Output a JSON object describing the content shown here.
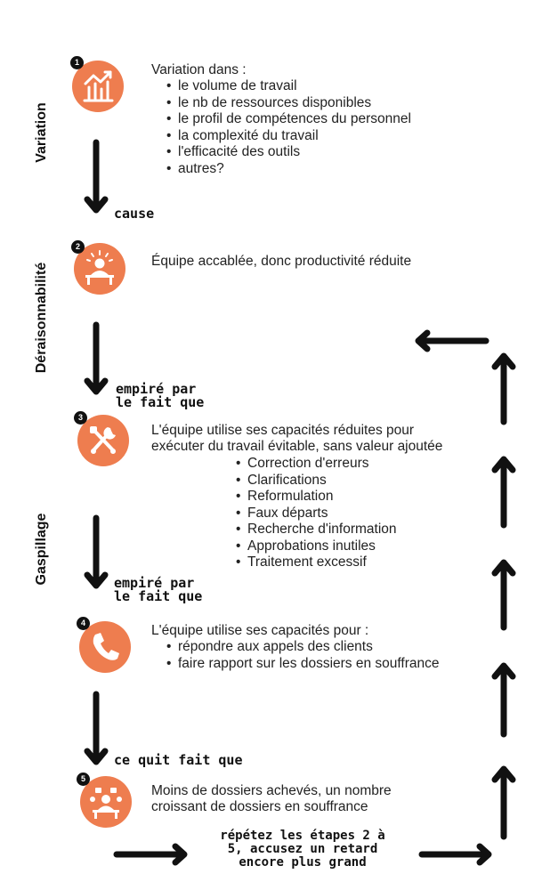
{
  "sections": {
    "variation": "Variation",
    "deraisonnabilite": "Déraisonnabilité",
    "gaspillage": "Gaspillage"
  },
  "steps": [
    {
      "number": "1",
      "icon": "bar-chart-trend-icon",
      "intro": "Variation dans :",
      "bullets": [
        "le volume de travail",
        "le nb de ressources disponibles",
        "le profil de compétences du personnel",
        "la complexité du travail",
        "l'efficacité des outils",
        "autres?"
      ]
    },
    {
      "number": "2",
      "icon": "overwhelmed-worker-icon",
      "intro": "Équipe accablée, donc productivité réduite"
    },
    {
      "number": "3",
      "icon": "tools-icon",
      "intro_line1": "L'équipe utilise ses capacités réduites pour",
      "intro_line2": "exécuter du travail évitable, sans valeur ajoutée",
      "bullets": [
        "Correction d'erreurs",
        "Clarifications",
        "Reformulation",
        "Faux départs",
        "Recherche d'information",
        "Approbations inutiles",
        "Traitement excessif"
      ]
    },
    {
      "number": "4",
      "icon": "phone-icon",
      "intro": "L'équipe utilise ses capacités pour :",
      "bullets": [
        "répondre aux appels des clients",
        "faire rapport sur les dossiers en souffrance"
      ]
    },
    {
      "number": "5",
      "icon": "paperwork-worker-icon",
      "intro_line1": "Moins de dossiers achevés, un nombre",
      "intro_line2": "croissant de dossiers en souffrance"
    }
  ],
  "connectors": {
    "cause": "cause",
    "empire_line1": "empiré par",
    "empire_line2": "le fait que",
    "ce_qui": "ce quit fait que",
    "loop_line1": "répétez les étapes 2 à",
    "loop_line2": "5, accusez un retard",
    "loop_line3": "encore plus grand"
  },
  "colors": {
    "accent": "#ee7d4f",
    "ink": "#111111"
  }
}
